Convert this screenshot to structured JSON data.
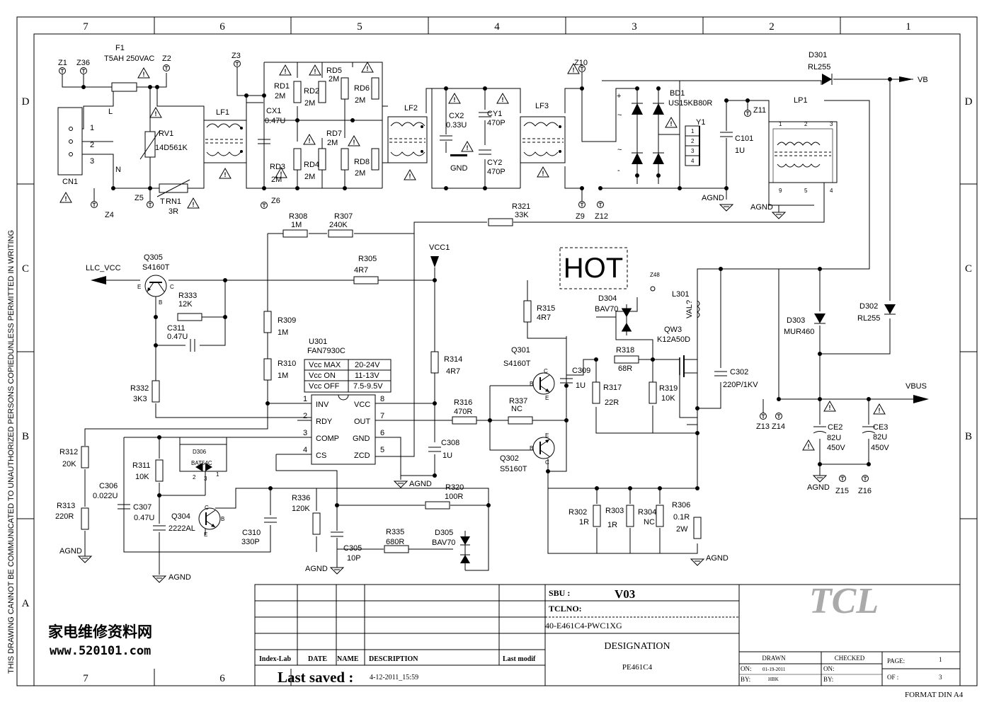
{
  "grid": {
    "cols": [
      "7",
      "6",
      "5",
      "4",
      "3",
      "2",
      "1"
    ],
    "rows": [
      "D",
      "C",
      "B",
      "A"
    ]
  },
  "side_note": "THIS DRAWING CANNOT BE COMMUNICATED TO UNAUTHORIZED PERSONS COPIEDUNLESS  PERMITTED IN WRITING",
  "labels": {
    "f1": "F1",
    "f1_val": "T5AH 250VAC",
    "z1": "Z1",
    "z36": "Z36",
    "z2": "Z2",
    "z3": "Z3",
    "z4": "Z4",
    "z5": "Z5",
    "z6": "Z6",
    "z9": "Z9",
    "z10": "Z10",
    "z11": "Z11",
    "z12": "Z12",
    "z13": "Z13",
    "z14": "Z14",
    "z15": "Z15",
    "z16": "Z16",
    "L": "L",
    "N": "N",
    "cn1": "CN1",
    "p1": "1",
    "p2": "2",
    "p3": "3",
    "rv1": "RV1",
    "rv1_val": "14D561K",
    "lf1": "LF1",
    "lf2": "LF2",
    "lf3": "LF3",
    "cx1": "CX1",
    "cx1_val": "0.47U",
    "rd1": "RD1",
    "rd1_val": "2M",
    "rd2": "RD2",
    "rd2_val": "2M",
    "rd3": "RD3",
    "rd3_val": "2M",
    "rd4": "RD4",
    "rd4_val": "2M",
    "rd5": "RD5",
    "rd5_val": "2M",
    "rd6": "RD6",
    "rd6_val": "2M",
    "rd7": "RD7",
    "rd7_val": "2M",
    "rd8": "RD8",
    "rd8_val": "2M",
    "cx2": "CX2",
    "cx2_val": "0.33U",
    "cy1": "CY1",
    "cy1_val": "470P",
    "cy2": "CY2",
    "cy2_val": "470P",
    "gnd": "GND",
    "rn1": "RN1",
    "rn1_val": "3R",
    "T": "T",
    "bd1": "BD1",
    "bd1_val": "US15KB80R",
    "y1": "Y1",
    "y1p1": "1",
    "y1p2": "2",
    "y1p3": "3",
    "y1p4": "4",
    "c101": "C101",
    "c101_val": "1U",
    "d301": "D301",
    "d301_val": "RL255",
    "vb": "VB",
    "lp1": "LP1",
    "lp_p1": "1",
    "lp_p2": "2",
    "lp_p3": "3",
    "lp_p4": "4",
    "lp_p5": "5",
    "lp_p9": "9",
    "agnd": "AGND",
    "r308": "R308",
    "r308_val": "1M",
    "r307": "R307",
    "r307_val": "240K",
    "r321": "R321",
    "r321_val": "33K",
    "q305": "Q305",
    "q305_val": "S4160T",
    "llc_vcc": "LLC_VCC",
    "E": "E",
    "B": "B",
    "C": "C",
    "r333": "R333",
    "r333_val": "12K",
    "c311": "C311",
    "c311_val": "0.47U",
    "r305": "R305",
    "r305_val": "4R7",
    "vcc1": "VCC1",
    "hot": "HOT",
    "r309": "R309",
    "r309_val": "1M",
    "r310": "R310",
    "r310_val": "1M",
    "u301": "U301",
    "u301_val": "FAN7930C",
    "r315": "R315",
    "r315_val": "4R7",
    "d304": "D304",
    "d304_val": "BAV70",
    "z48": "Z48",
    "l301": "L301",
    "val": "VAL?",
    "qw3": "QW3",
    "qw3_val": "K12A50D",
    "d303": "D303",
    "d303_val": "MUR460",
    "d302": "D302",
    "d302_val": "RL255",
    "q301": "Q301",
    "q301_val": "S4160T",
    "c309": "C309",
    "c309_val": "1U",
    "r318": "R318",
    "r318_val": "68R",
    "r317": "R317",
    "r317_val": "22R",
    "r319": "R319",
    "r319_val": "10K",
    "c302": "C302",
    "c302_val": "220P/1KV",
    "vbus": "VBUS",
    "r332": "R332",
    "r332_val": "3K3",
    "r314": "R314",
    "r314_val": "4R7",
    "r316": "R316",
    "r316_val": "470R",
    "r337": "R337",
    "r337_val": "NC",
    "pin1": "1",
    "pin2": "2",
    "pin3": "3",
    "pin4": "4",
    "pin5": "5",
    "pin6": "6",
    "pin7": "7",
    "pin8": "8",
    "inv": "INV",
    "rdy": "RDY",
    "comp": "COMP",
    "cs": "CS",
    "vcc": "VCC",
    "out": "OUT",
    "gndp": "GND",
    "zcd": "ZCD",
    "c308": "C308",
    "c308_val": "1U",
    "q302": "Q302",
    "q302_val": "S5160T",
    "ce2": "CE2",
    "ce2_val": "82U",
    "ce2_v": "450V",
    "ce3": "CE3",
    "ce3_val": "82U",
    "ce3_v": "450V",
    "r312": "R312",
    "r312_val": "20K",
    "r311": "R311",
    "r311_val": "10K",
    "d306": "D306",
    "d306_val": "BAT54C",
    "c306": "C306",
    "c306_val": "0.022U",
    "c307": "C307",
    "c307_val": "0.47U",
    "q304": "Q304",
    "q304_val": "2222AL",
    "r313": "R313",
    "r313_val": "220R",
    "c310": "C310",
    "c310_val": "330P",
    "r336": "R336",
    "r336_val": "120K",
    "c305": "C305",
    "c305_val": "10P",
    "r335": "R335",
    "r335_val": "680R",
    "r320": "R320",
    "r320_val": "100R",
    "d305": "D305",
    "d305_val": "BAV70",
    "r302": "R302",
    "r302_val": "1R",
    "r303": "R303",
    "r303_val": "1R",
    "r304": "R304",
    "r304_val": "NC",
    "r306": "R306",
    "r306_val": "0.1R",
    "r306_w": "2W",
    "plus": "+",
    "minus": "-",
    "tilde": "~"
  },
  "vcc_table": [
    {
      "name": "Vcc MAX",
      "value": "20-24V"
    },
    {
      "name": "Vcc  ON",
      "value": "11-13V"
    },
    {
      "name": "Vcc OFF",
      "value": "7.5-9.5V"
    }
  ],
  "title_block": {
    "sbu_label": "SBU :",
    "sbu_value": "V03",
    "tclno_label": "TCLNO:",
    "tclno_value": "40-E461C4-PWC1XG",
    "designation_label": "DESIGNATION",
    "designation_value": "PE461C4",
    "brand": "TCL",
    "index_lab": "Index-Lab",
    "date": "DATE",
    "name": "NAME",
    "description": "DESCRIPTION",
    "last_modif": "Last modif",
    "last_saved_label": "Last saved :",
    "last_saved_value": "4-12-2011_15:59",
    "drawn": "DRAWN",
    "checked": "CHECKED",
    "on": "ON:",
    "by": "BY:",
    "on_value": "01-19-2011",
    "by_value": "HBK",
    "page_label": "PAGE:",
    "page_value": "1",
    "of_label": "OF :",
    "of_value": "3",
    "format": "FORMAT DIN A4"
  },
  "watermark": {
    "cn": "家电维修资料网",
    "url": "www.520101.com"
  }
}
